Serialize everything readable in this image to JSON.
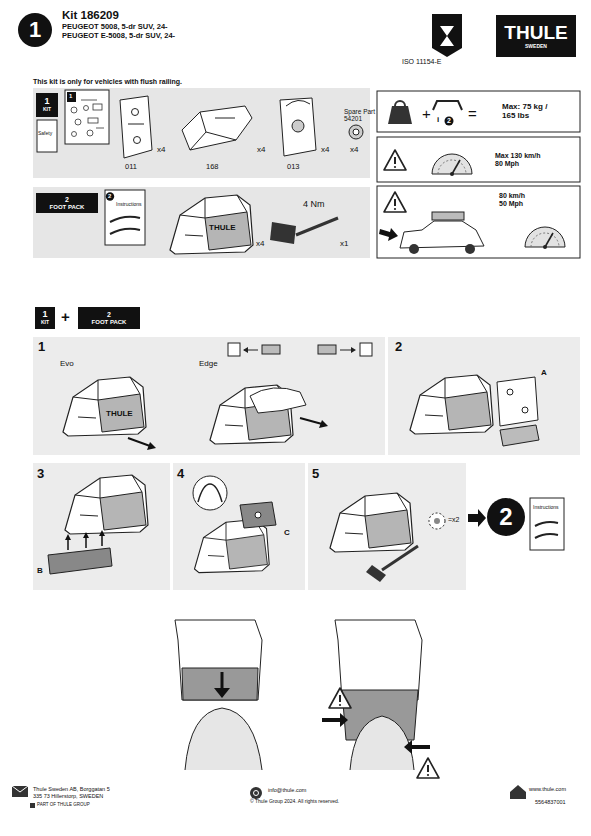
{
  "diagram": {
    "title": "Kit 186209",
    "nodes": [
      {
        "text": [
          "1"
        ]
      },
      {
        "text": [
          "THULE",
          "SWEDEN"
        ]
      },
      {
        "text": [
          "1",
          "KIT"
        ]
      },
      {
        "text": [
          "Max: 75 kg / 165 lbs"
        ]
      },
      {
        "text": [
          "Max 130 km/h 80 Mph"
        ]
      },
      {
        "text": [
          "80 km/h 50 Mph"
        ]
      },
      {
        "text": [
          "2",
          "FOOT PACK"
        ]
      },
      {
        "text": [
          "1",
          "KIT"
        ]
      },
      {
        "text": [
          "2",
          "FOOT PACK"
        ]
      },
      {
        "text": [
          "2"
        ]
      }
    ],
    "labels": [
      "PEUGEOT 5008, 5-dr SUV, 24-",
      "PEUGEOT E-5008, 5-dr SUV, 24-",
      "ISO 11154-E",
      "This kit is only for vehicles with flush railing.",
      "1",
      "Safety",
      "011",
      "x4",
      "168",
      "x4",
      "013",
      "x4",
      "Spare Part 54201",
      "x4",
      "+",
      "i",
      "2",
      "=",
      "2",
      "Instructions",
      "THULE",
      "x4",
      "4 Nm",
      "x1",
      "+",
      "1",
      "Evo",
      "THULE",
      "Edge",
      "2",
      "A",
      "3",
      "B",
      "4",
      "C",
      "5",
      "=x2",
      "Instructions",
      "Thule Sweden AB, Borggatan 5",
      "335 73 Hillerstorp, SWEDEN",
      "PART OF THULE GROUP",
      "info@thule.com",
      "© Thule Group 2024. All rights reserved.",
      "www.thule.com",
      "5564837001"
    ]
  }
}
